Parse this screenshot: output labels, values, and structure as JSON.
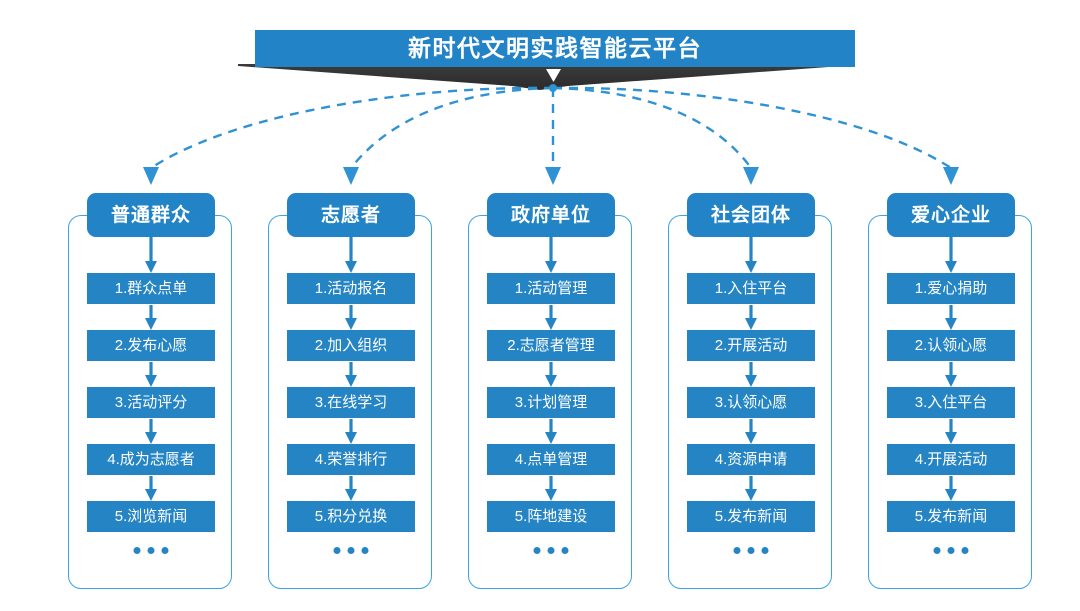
{
  "title": {
    "text": "新时代文明实践智能云平台"
  },
  "colors": {
    "box_blue": "#2284c6",
    "item_blue": "#2585c4",
    "frame_blue": "#3aa5e0",
    "connector_blue": "#2f92d4",
    "banner_dark": "#333333",
    "background": "#ffffff",
    "text_white": "#ffffff"
  },
  "columns": [
    {
      "header": "普通群众",
      "items": [
        "1.群众点单",
        "2.发布心愿",
        "3.活动评分",
        "4.成为志愿者",
        "5.浏览新闻"
      ],
      "ellipsis": "• • •"
    },
    {
      "header": "志愿者",
      "items": [
        "1.活动报名",
        "2.加入组织",
        "3.在线学习",
        "4.荣誉排行",
        "5.积分兑换"
      ],
      "ellipsis": "• • •"
    },
    {
      "header": "政府单位",
      "items": [
        "1.活动管理",
        "2.志愿者管理",
        "3.计划管理",
        "4.点单管理",
        "5.阵地建设"
      ],
      "ellipsis": "• • •"
    },
    {
      "header": "社会团体",
      "items": [
        "1.入住平台",
        "2.开展活动",
        "3.认领心愿",
        "4.资源申请",
        "5.发布新闻"
      ],
      "ellipsis": "• • •"
    },
    {
      "header": "爱心企业",
      "items": [
        "1.爱心捐助",
        "2.认领心愿",
        "3.入住平台",
        "4.开展活动",
        "5.发布新闻"
      ],
      "ellipsis": "• • •"
    }
  ],
  "connectors": {
    "style": "dashed-curved-arrow",
    "origin_label": "platform-hub",
    "count": 5
  },
  "chart_data": {
    "type": "diagram",
    "title": "新时代文明实践智能云平台",
    "layout": "hub-and-spoke flowchart, 5 role columns with sequential steps",
    "nodes": [
      {
        "id": "root",
        "label": "新时代文明实践智能云平台",
        "level": 0
      },
      {
        "id": "c1",
        "label": "普通群众",
        "level": 1,
        "steps": [
          "1.群众点单",
          "2.发布心愿",
          "3.活动评分",
          "4.成为志愿者",
          "5.浏览新闻"
        ]
      },
      {
        "id": "c2",
        "label": "志愿者",
        "level": 1,
        "steps": [
          "1.活动报名",
          "2.加入组织",
          "3.在线学习",
          "4.荣誉排行",
          "5.积分兑换"
        ]
      },
      {
        "id": "c3",
        "label": "政府单位",
        "level": 1,
        "steps": [
          "1.活动管理",
          "2.志愿者管理",
          "3.计划管理",
          "4.点单管理",
          "5.阵地建设"
        ]
      },
      {
        "id": "c4",
        "label": "社会团体",
        "level": 1,
        "steps": [
          "1.入住平台",
          "2.开展活动",
          "3.认领心愿",
          "4.资源申请",
          "5.发布新闻"
        ]
      },
      {
        "id": "c5",
        "label": "爱心企业",
        "level": 1,
        "steps": [
          "1.爱心捐助",
          "2.认领心愿",
          "3.入住平台",
          "4.开展活动",
          "5.发布新闻"
        ]
      }
    ],
    "edges": [
      {
        "from": "root",
        "to": "c1",
        "style": "dashed"
      },
      {
        "from": "root",
        "to": "c2",
        "style": "dashed"
      },
      {
        "from": "root",
        "to": "c3",
        "style": "dashed"
      },
      {
        "from": "root",
        "to": "c4",
        "style": "dashed"
      },
      {
        "from": "root",
        "to": "c5",
        "style": "dashed"
      }
    ]
  }
}
